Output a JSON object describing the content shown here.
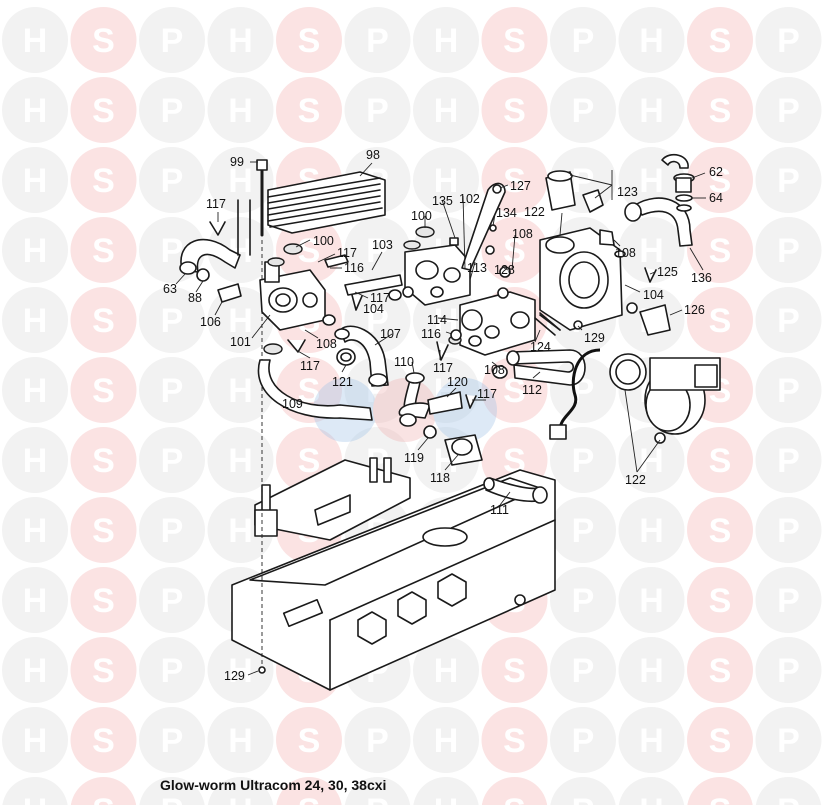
{
  "watermark": {
    "letters": [
      "H",
      "S",
      "P"
    ],
    "color_normal": "#f2f2f2",
    "color_accent": "#fbe3e3"
  },
  "caption": "Glow-worm Ultracom 24, 30, 38cxi",
  "parts": {
    "p99": "99",
    "p98": "98",
    "p117a": "117",
    "p100a": "100",
    "p117b": "117",
    "p116a": "116",
    "p103": "103",
    "p63": "63",
    "p88": "88",
    "p106": "106",
    "p101": "101",
    "p104a": "104",
    "p117c": "117",
    "p107": "107",
    "p108a": "108",
    "p117d": "117",
    "p121": "121",
    "p109": "109",
    "p110": "110",
    "p135": "135",
    "p102": "102",
    "p127": "127",
    "p134": "134",
    "p122a": "122",
    "p123": "123",
    "p100b": "100",
    "p108b": "108",
    "p113": "113",
    "p128": "128",
    "p62": "62",
    "p64": "64",
    "p108c": "108",
    "p125": "125",
    "p136": "136",
    "p104b": "104",
    "p126": "126",
    "p114": "114",
    "p116b": "116",
    "p129a": "129",
    "p124": "124",
    "p117e": "117",
    "p108d": "108",
    "p112": "112",
    "p120": "120",
    "p117f": "117",
    "p119": "119",
    "p118": "118",
    "p122b": "122",
    "p111": "111",
    "p129b": "129"
  }
}
